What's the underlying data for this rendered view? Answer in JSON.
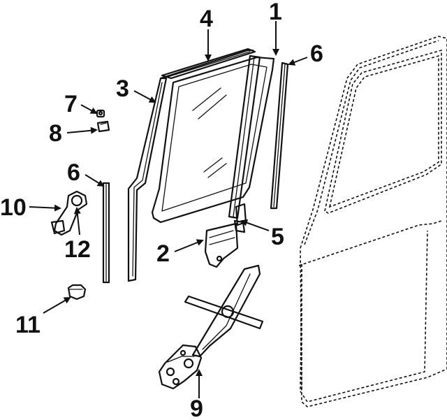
{
  "callouts": {
    "c1": "1",
    "c2": "2",
    "c3": "3",
    "c4": "4",
    "c5": "5",
    "c6a": "6",
    "c6b": "6",
    "c7": "7",
    "c8": "8",
    "c9": "9",
    "c10": "10",
    "c11": "11",
    "c12": "12"
  },
  "colors": {
    "line": "#111111",
    "background": "#ffffff"
  }
}
